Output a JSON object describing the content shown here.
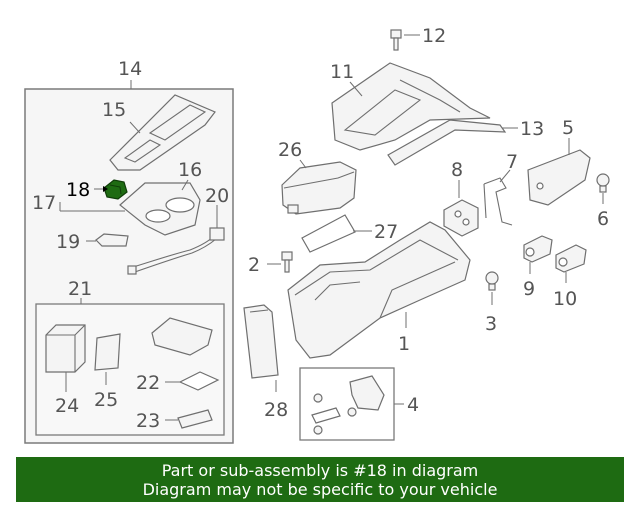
{
  "diagram": {
    "callouts": {
      "c1": "1",
      "c2": "2",
      "c3": "3",
      "c4": "4",
      "c5": "5",
      "c6": "6",
      "c7": "7",
      "c8": "8",
      "c9": "9",
      "c10": "10",
      "c11": "11",
      "c12": "12",
      "c13": "13",
      "c14": "14",
      "c15": "15",
      "c16": "16",
      "c17": "17",
      "c18": "18",
      "c19": "19",
      "c20": "20",
      "c21": "21",
      "c22": "22",
      "c23": "23",
      "c24": "24",
      "c25": "25",
      "c26": "26",
      "c27": "27",
      "c28": "28"
    },
    "highlight_color": "#1e6b12"
  },
  "banner": {
    "line1": "Part or sub-assembly is #18 in diagram",
    "line2": "Diagram may not be specific to your vehicle",
    "background": "#1e6b12"
  }
}
